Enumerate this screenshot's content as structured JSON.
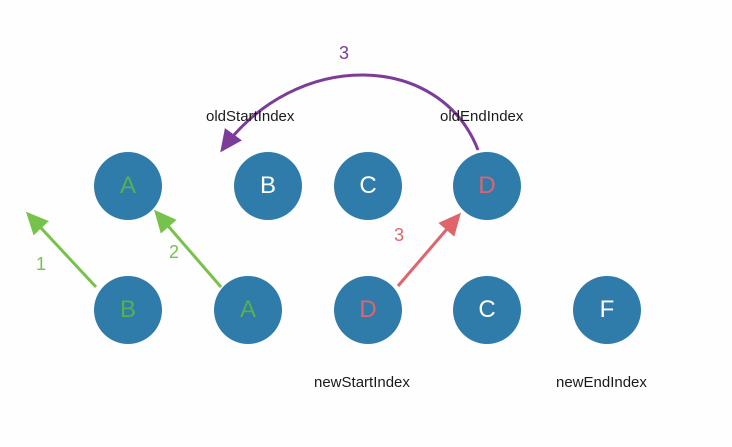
{
  "diagram_title": "vdom-diff-index-pointers",
  "labels": {
    "old_start_index": "oldStartIndex",
    "old_end_index": "oldEndIndex",
    "new_start_index": "newStartIndex",
    "new_end_index": "newEndIndex"
  },
  "old_row": [
    {
      "letter": "A",
      "letter_color": "green"
    },
    {
      "letter": "B",
      "letter_color": "white"
    },
    {
      "letter": "C",
      "letter_color": "white"
    },
    {
      "letter": "D",
      "letter_color": "red"
    }
  ],
  "new_row": [
    {
      "letter": "B",
      "letter_color": "green"
    },
    {
      "letter": "A",
      "letter_color": "green"
    },
    {
      "letter": "D",
      "letter_color": "red"
    },
    {
      "letter": "C",
      "letter_color": "white"
    },
    {
      "letter": "F",
      "letter_color": "white"
    }
  ],
  "arrows": [
    {
      "label": "1",
      "color": "green",
      "from": "new B",
      "to": "upper-left"
    },
    {
      "label": "2",
      "color": "green",
      "from": "new A",
      "to": "old A"
    },
    {
      "label": "3",
      "color": "red",
      "from": "new D",
      "to": "old D"
    },
    {
      "label": "3",
      "color": "purple",
      "from": "old D",
      "to": "left of old B"
    }
  ],
  "colors": {
    "node_fill": "#2f7cab",
    "letter_green": "#55b04f",
    "letter_white": "#ffffff",
    "letter_red": "#e0646c",
    "arrow_green": "#77c24a",
    "arrow_red": "#e0646c",
    "arrow_purple": "#7d3c98",
    "label_text": "#1a1a1a",
    "background": "#fefefe"
  }
}
